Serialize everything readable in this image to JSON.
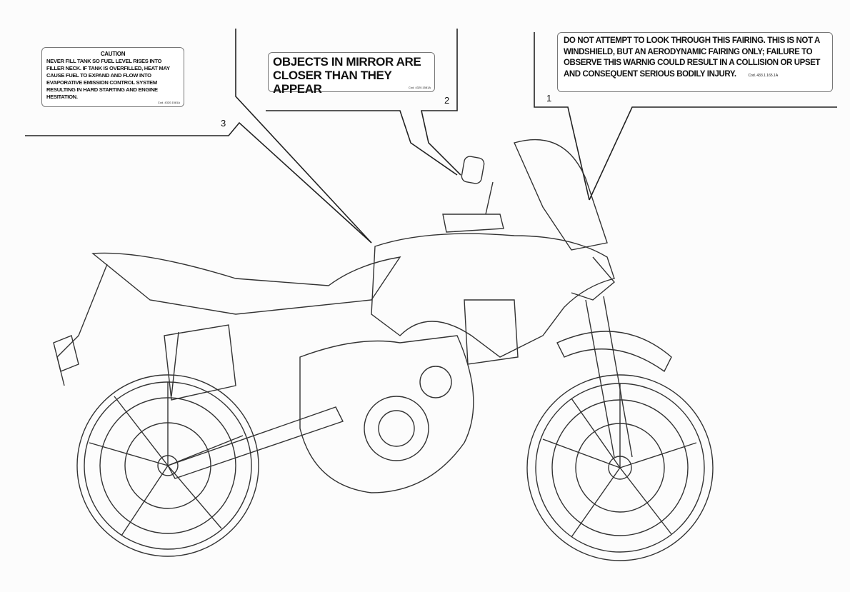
{
  "callouts": [
    {
      "number": "1",
      "text": "DO NOT ATTEMPT TO LOOK THROUGH THIS FAIRING. THIS IS NOT A WINDSHIELD, BUT AN AERODYNAMIC FAIRING ONLY; FAILURE TO OBSERVE THIS WARNIG COULD RESULT IN A COLLISION OR UPSET AND CONSEQUENT SERIOUS BODILY INJURY.",
      "code": "Cod. 433.1.165.1A"
    },
    {
      "number": "2",
      "text": "OBJECTS IN MIRROR ARE CLOSER THAN THEY APPEAR",
      "code": "Cod. 4320.1581A"
    },
    {
      "number": "3",
      "title": "CAUTION",
      "text": "NEVER FILL TANK SO FUEL LEVEL RISES INTO FILLER NECK. IF TANK IS OVERFILLED, HEAT MAY CAUSE FUEL TO EXPAND AND FLOW INTO EVAPORATIVE EMISSION CONTROL SYSTEM RESULTING IN HARD STARTING AND ENGINE HESITATION.",
      "code": "Cod. 4320.1581A"
    }
  ]
}
